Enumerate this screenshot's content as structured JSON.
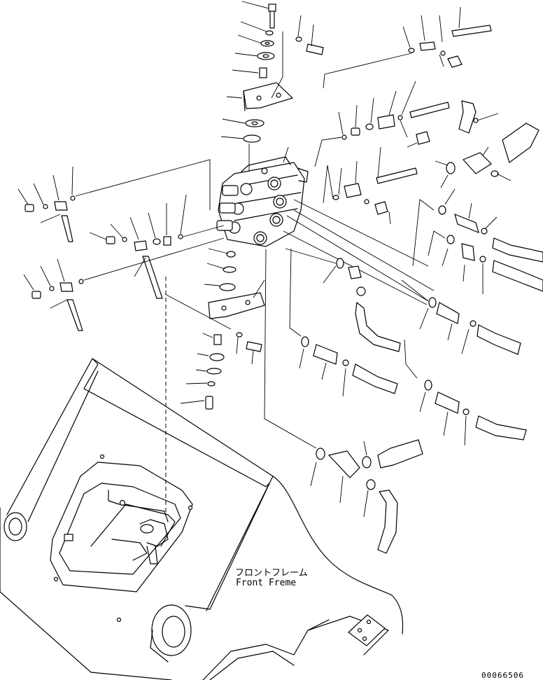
{
  "label": {
    "japanese": "フロントフレーム",
    "english": "Front Freme"
  },
  "drawing_id": "00066506"
}
